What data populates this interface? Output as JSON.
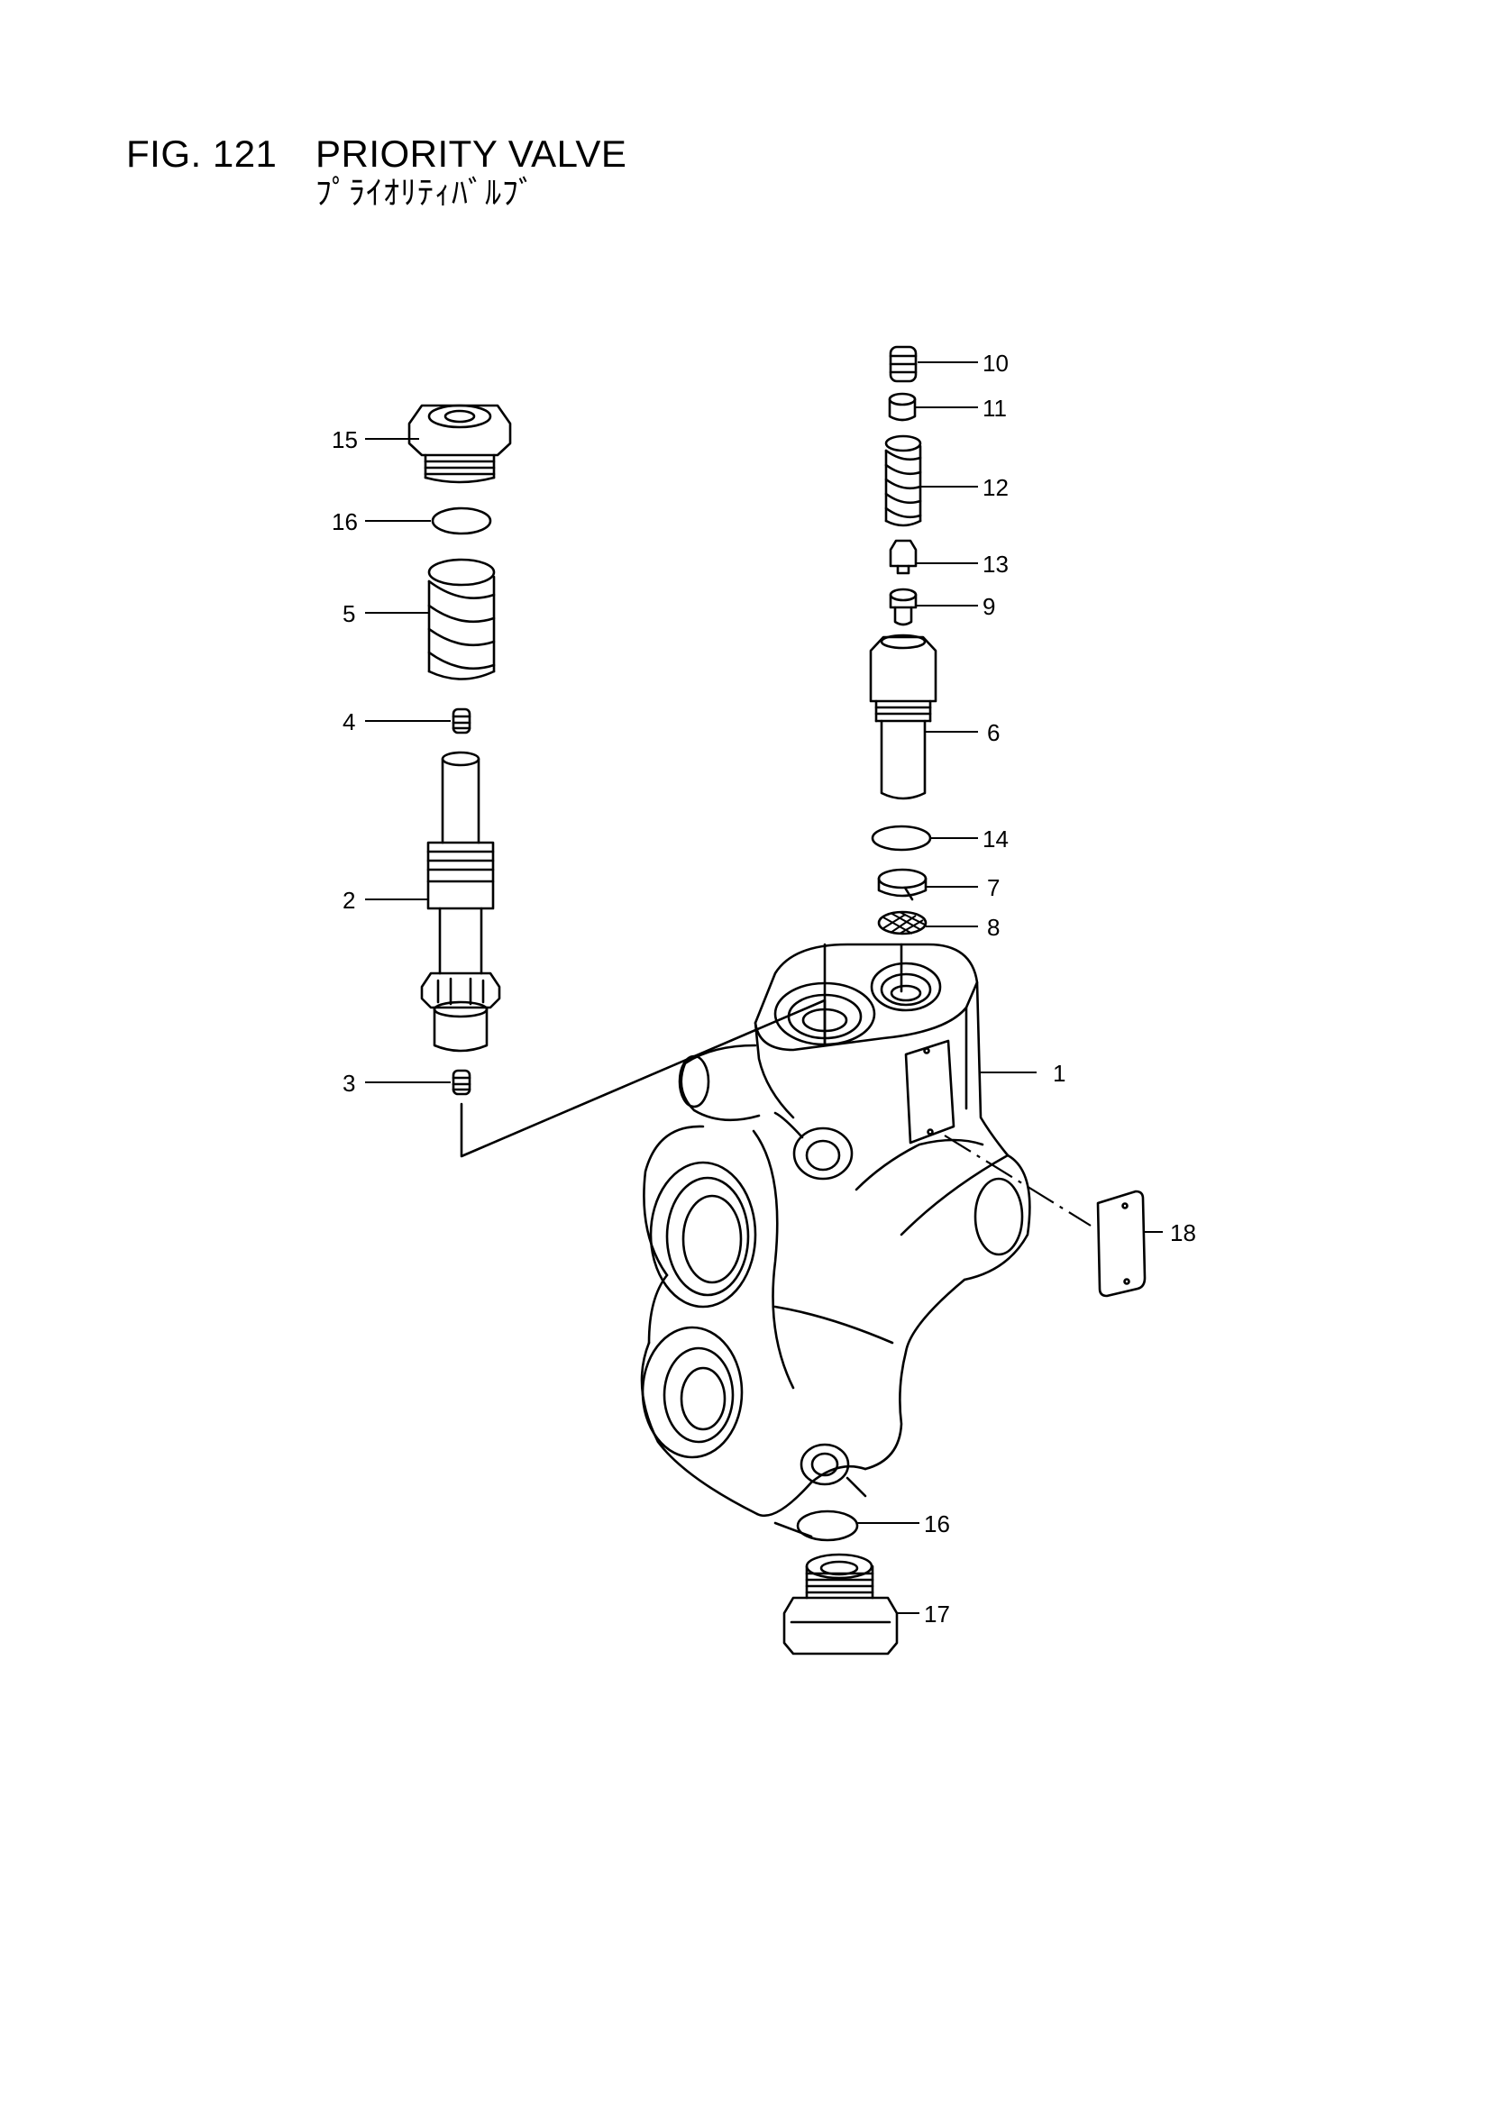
{
  "header": {
    "fig_number": "FIG. 121",
    "title": "PRIORITY VALVE",
    "subtitle_jp": "ﾌﾟﾗｲｵﾘﾃｨﾊﾞﾙﾌﾞ"
  },
  "callouts": {
    "c1": "1",
    "c2": "2",
    "c3": "3",
    "c4": "4",
    "c5": "5",
    "c6": "6",
    "c7": "7",
    "c8": "8",
    "c9": "9",
    "c10": "10",
    "c11": "11",
    "c12": "12",
    "c13": "13",
    "c14": "14",
    "c15": "15",
    "c16a": "16",
    "c16b": "16",
    "c17": "17",
    "c18": "18"
  }
}
